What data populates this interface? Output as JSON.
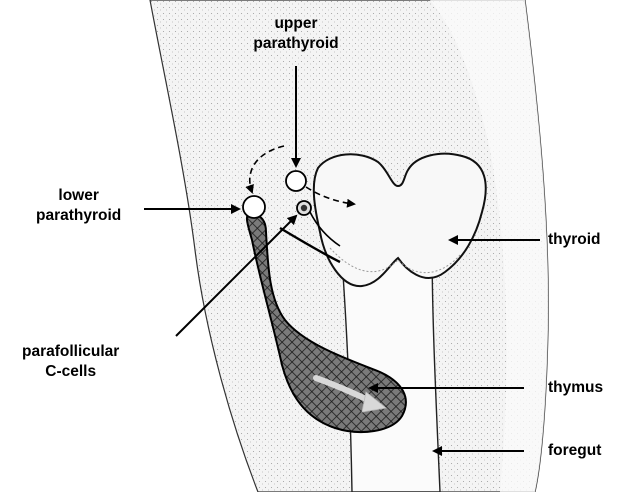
{
  "labels": {
    "upper_parathyroid": [
      "upper",
      "parathyroid"
    ],
    "lower_parathyroid": [
      "lower",
      "parathyroid"
    ],
    "parafollicular": [
      "parafollicular",
      "C-cells"
    ],
    "thyroid": "thyroid",
    "thymus": "thymus",
    "foregut": "foregut"
  },
  "colors": {
    "ink": "#000000",
    "tissue_fill": "#f3f3f3",
    "thyroid_fill": "#f7f7f7",
    "thymus_fill": "#6e6e6e",
    "background": "#ffffff"
  }
}
